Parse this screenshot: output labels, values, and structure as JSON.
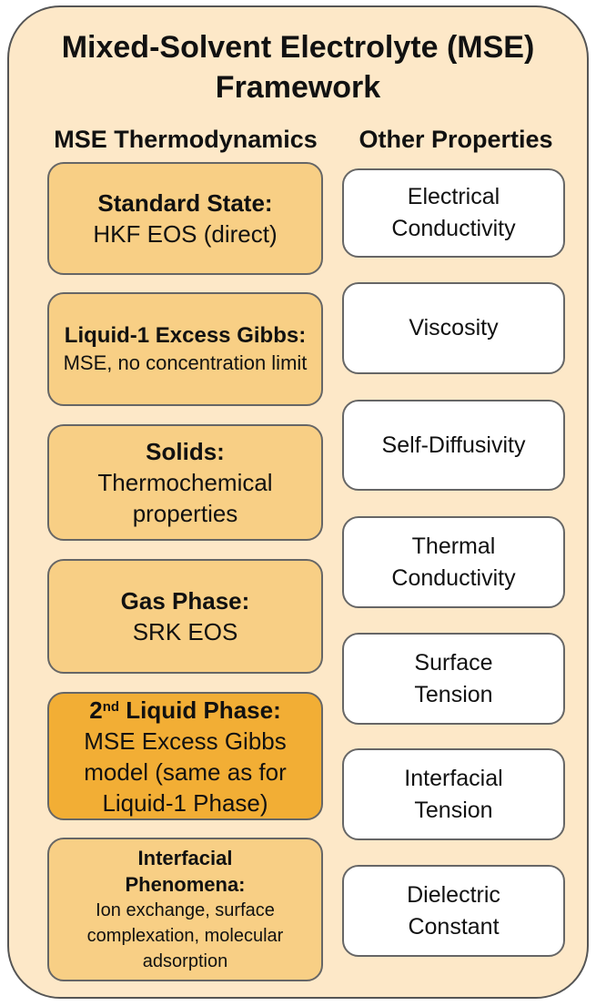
{
  "title": "Mixed-Solvent Electrolyte (MSE) Framework",
  "columns": {
    "left_header": "MSE Thermodynamics",
    "right_header": "Other Properties"
  },
  "left_boxes": [
    {
      "heading": "Standard State:",
      "body": "HKF EOS (direct)"
    },
    {
      "heading": "Liquid-1 Excess Gibbs:",
      "body": "MSE, no concentration limit"
    },
    {
      "heading": "Solids:",
      "body": "Thermochemical properties"
    },
    {
      "heading": "Gas Phase:",
      "body": "SRK EOS"
    },
    {
      "heading_num": "2",
      "heading_sup": "nd",
      "heading_rest": " Liquid Phase:",
      "body": "MSE Excess Gibbs model (same as for Liquid-1 Phase)"
    },
    {
      "heading": "Interfacial Phenomena:",
      "body": "Ion exchange, surface complexation, molecular adsorption"
    }
  ],
  "right_boxes": [
    "Electrical Conductivity",
    "Viscosity",
    "Self-Diffusivity",
    "Thermal Conductivity",
    "Surface Tension",
    "Interfacial Tension",
    "Dielectric Constant"
  ],
  "colors": {
    "frame_fill": "#fde8c8",
    "box_fill": "#f8cf85",
    "highlight_fill": "#f2ae35",
    "property_fill": "#ffffff"
  }
}
